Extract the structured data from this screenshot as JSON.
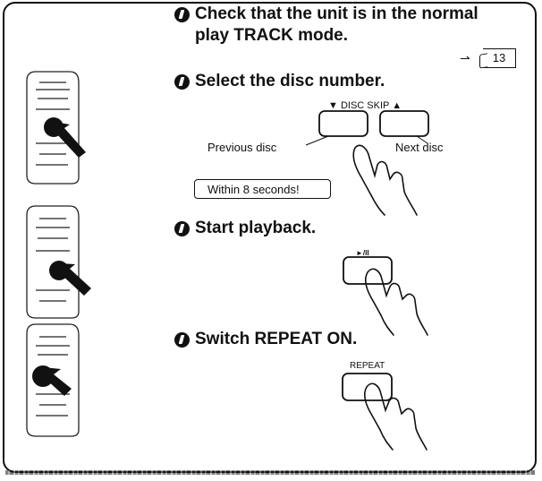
{
  "step1": {
    "title_line1": "Check that the unit is in the normal",
    "title_line2": "play TRACK mode.",
    "page_ref": "13"
  },
  "step2": {
    "title": "Select the disc number.",
    "button_group_label": "▼ DISC SKIP ▲",
    "previous_label": "Previous disc",
    "next_label": "Next disc",
    "callout": "Within 8 seconds!"
  },
  "step3": {
    "title": "Start playback.",
    "button_label": "►/II"
  },
  "step4": {
    "title": "Switch REPEAT ON.",
    "button_label": "REPEAT"
  },
  "icons": [
    "remote-control-icon",
    "pointing-arrow-icon",
    "hand-pressing-icon",
    "page-reference-arrow-icon"
  ]
}
